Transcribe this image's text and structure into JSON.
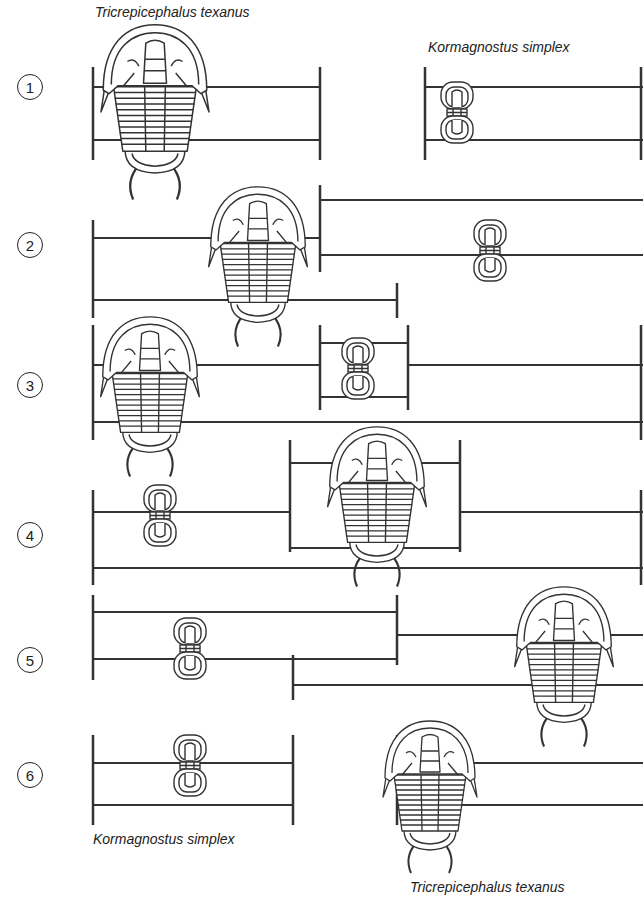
{
  "diagram": {
    "nodes": [
      {
        "text": [
          "1"
        ]
      },
      {
        "text": [
          "2"
        ]
      },
      {
        "text": [
          "3"
        ]
      },
      {
        "text": [
          "4"
        ]
      },
      {
        "text": [
          "5"
        ]
      },
      {
        "text": [
          "6"
        ]
      }
    ],
    "labels": [
      "Tricrepicephalus texanus",
      "Kormagnostus simplex",
      "Kormagnostus simplex",
      "Tricrepicephalus texanus"
    ]
  }
}
